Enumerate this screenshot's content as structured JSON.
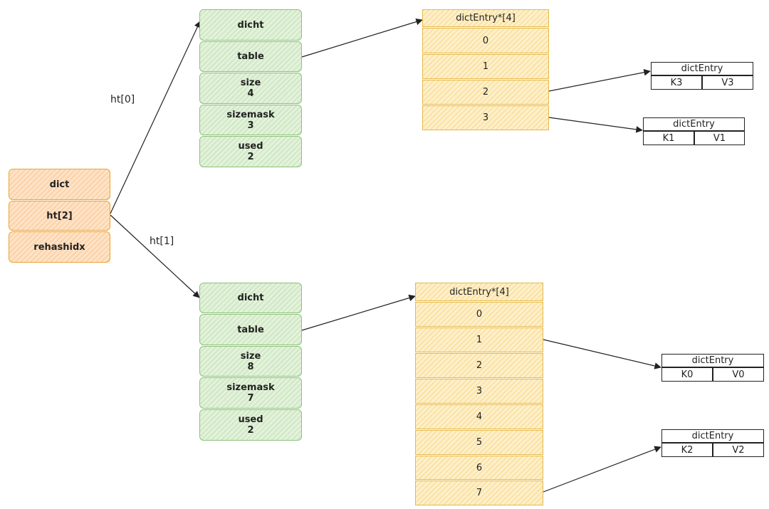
{
  "dict": {
    "rows": [
      "dict",
      "ht[2]",
      "rehashidx"
    ]
  },
  "ht_labels": [
    "ht[0]",
    "ht[1]"
  ],
  "dicht0": {
    "rows": [
      {
        "title": "dicht"
      },
      {
        "title": "table"
      },
      {
        "title": "size",
        "value": "4"
      },
      {
        "title": "sizemask",
        "value": "3"
      },
      {
        "title": "used",
        "value": "2"
      }
    ]
  },
  "dicht1": {
    "rows": [
      {
        "title": "dicht"
      },
      {
        "title": "table"
      },
      {
        "title": "size",
        "value": "8"
      },
      {
        "title": "sizemask",
        "value": "7"
      },
      {
        "title": "used",
        "value": "2"
      }
    ]
  },
  "table0": {
    "header": "dictEntry*[4]",
    "slots": [
      "0",
      "1",
      "2",
      "3"
    ]
  },
  "table1": {
    "header": "dictEntry*[4]",
    "slots": [
      "0",
      "1",
      "2",
      "3",
      "4",
      "5",
      "6",
      "7"
    ]
  },
  "entries": [
    {
      "title": "dictEntry",
      "key": "K3",
      "value": "V3"
    },
    {
      "title": "dictEntry",
      "key": "K1",
      "value": "V1"
    },
    {
      "title": "dictEntry",
      "key": "K0",
      "value": "V0"
    },
    {
      "title": "dictEntry",
      "key": "K2",
      "value": "V2"
    }
  ],
  "colors": {
    "orange_border": "#e8a437",
    "green_border": "#8cc17a",
    "yellow_border": "#e6b94a",
    "line": "#222222"
  }
}
